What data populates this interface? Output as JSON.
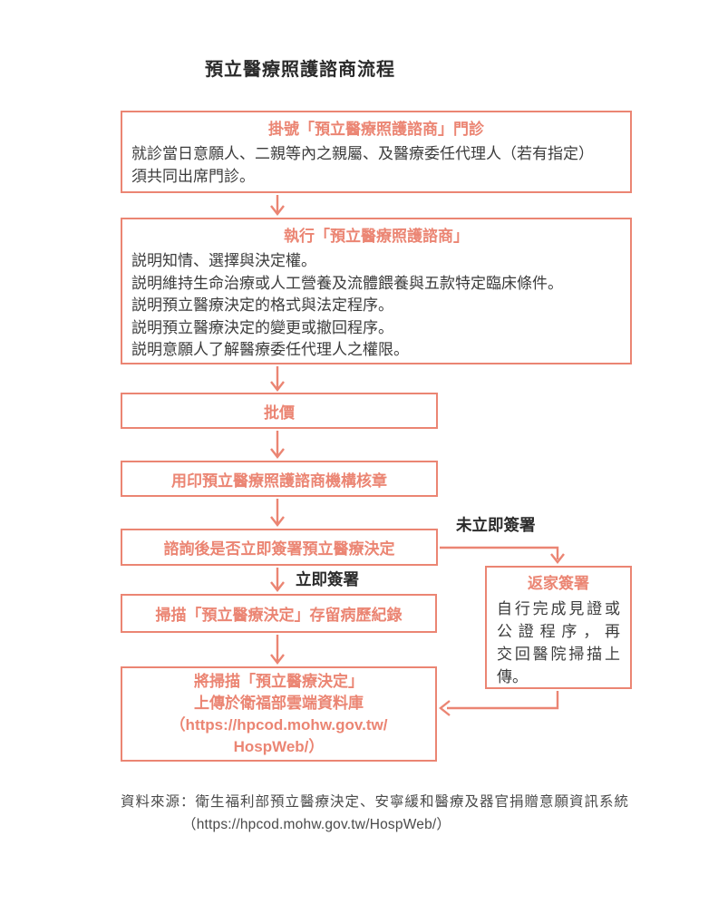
{
  "title": "預立醫療照護諮商流程",
  "colors": {
    "coral": "#EB8573",
    "ink": "#3C3C3C",
    "title": "#2B2B2B",
    "muted": "#4A4A4A"
  },
  "flow": {
    "step1": {
      "header": "掛號「預立醫療照護諮商」門診",
      "lines": [
        "就診當日意願人、二親等內之親屬、及醫療委任代理人（若有指定）",
        "須共同出席門診。"
      ]
    },
    "step2": {
      "header": "執行「預立醫療照護諮商」",
      "lines": [
        "説明知情、選擇與決定權。",
        "説明維持生命治療或人工營養及流體餵養與五款特定臨床條件。",
        "説明預立醫療決定的格式與法定程序。",
        "説明預立醫療決定的變更或撤回程序。",
        "説明意願人了解醫療委任代理人之權限。"
      ]
    },
    "step3": {
      "label": "批價"
    },
    "step4": {
      "label": "用印預立醫療照護諮商機構核章"
    },
    "step5": {
      "label": "諮詢後是否立即簽署預立醫療決定"
    },
    "step6": {
      "label": "掃描「預立醫療決定」存留病歷紀錄"
    },
    "step7": {
      "lines": [
        "將掃描「預立醫療決定」",
        "上傳於衛福部雲端資料庫",
        "（https://hpcod.mohw.gov.tw/",
        "HospWeb/）"
      ]
    },
    "home_sign": {
      "header": "返家簽署",
      "lines": [
        "自行完成見證或",
        "公證程序，再",
        "交回醫院掃描上",
        "傳。"
      ]
    }
  },
  "branch_labels": {
    "not_immediate": "未立即簽署",
    "immediate": "立即簽署"
  },
  "footer": {
    "lines": [
      "資料來源：衛生福利部預立醫療決定、安寧緩和醫療及器官捐贈意願資訊系統",
      "（https://hpcod.mohw.gov.tw/HospWeb/）"
    ]
  }
}
